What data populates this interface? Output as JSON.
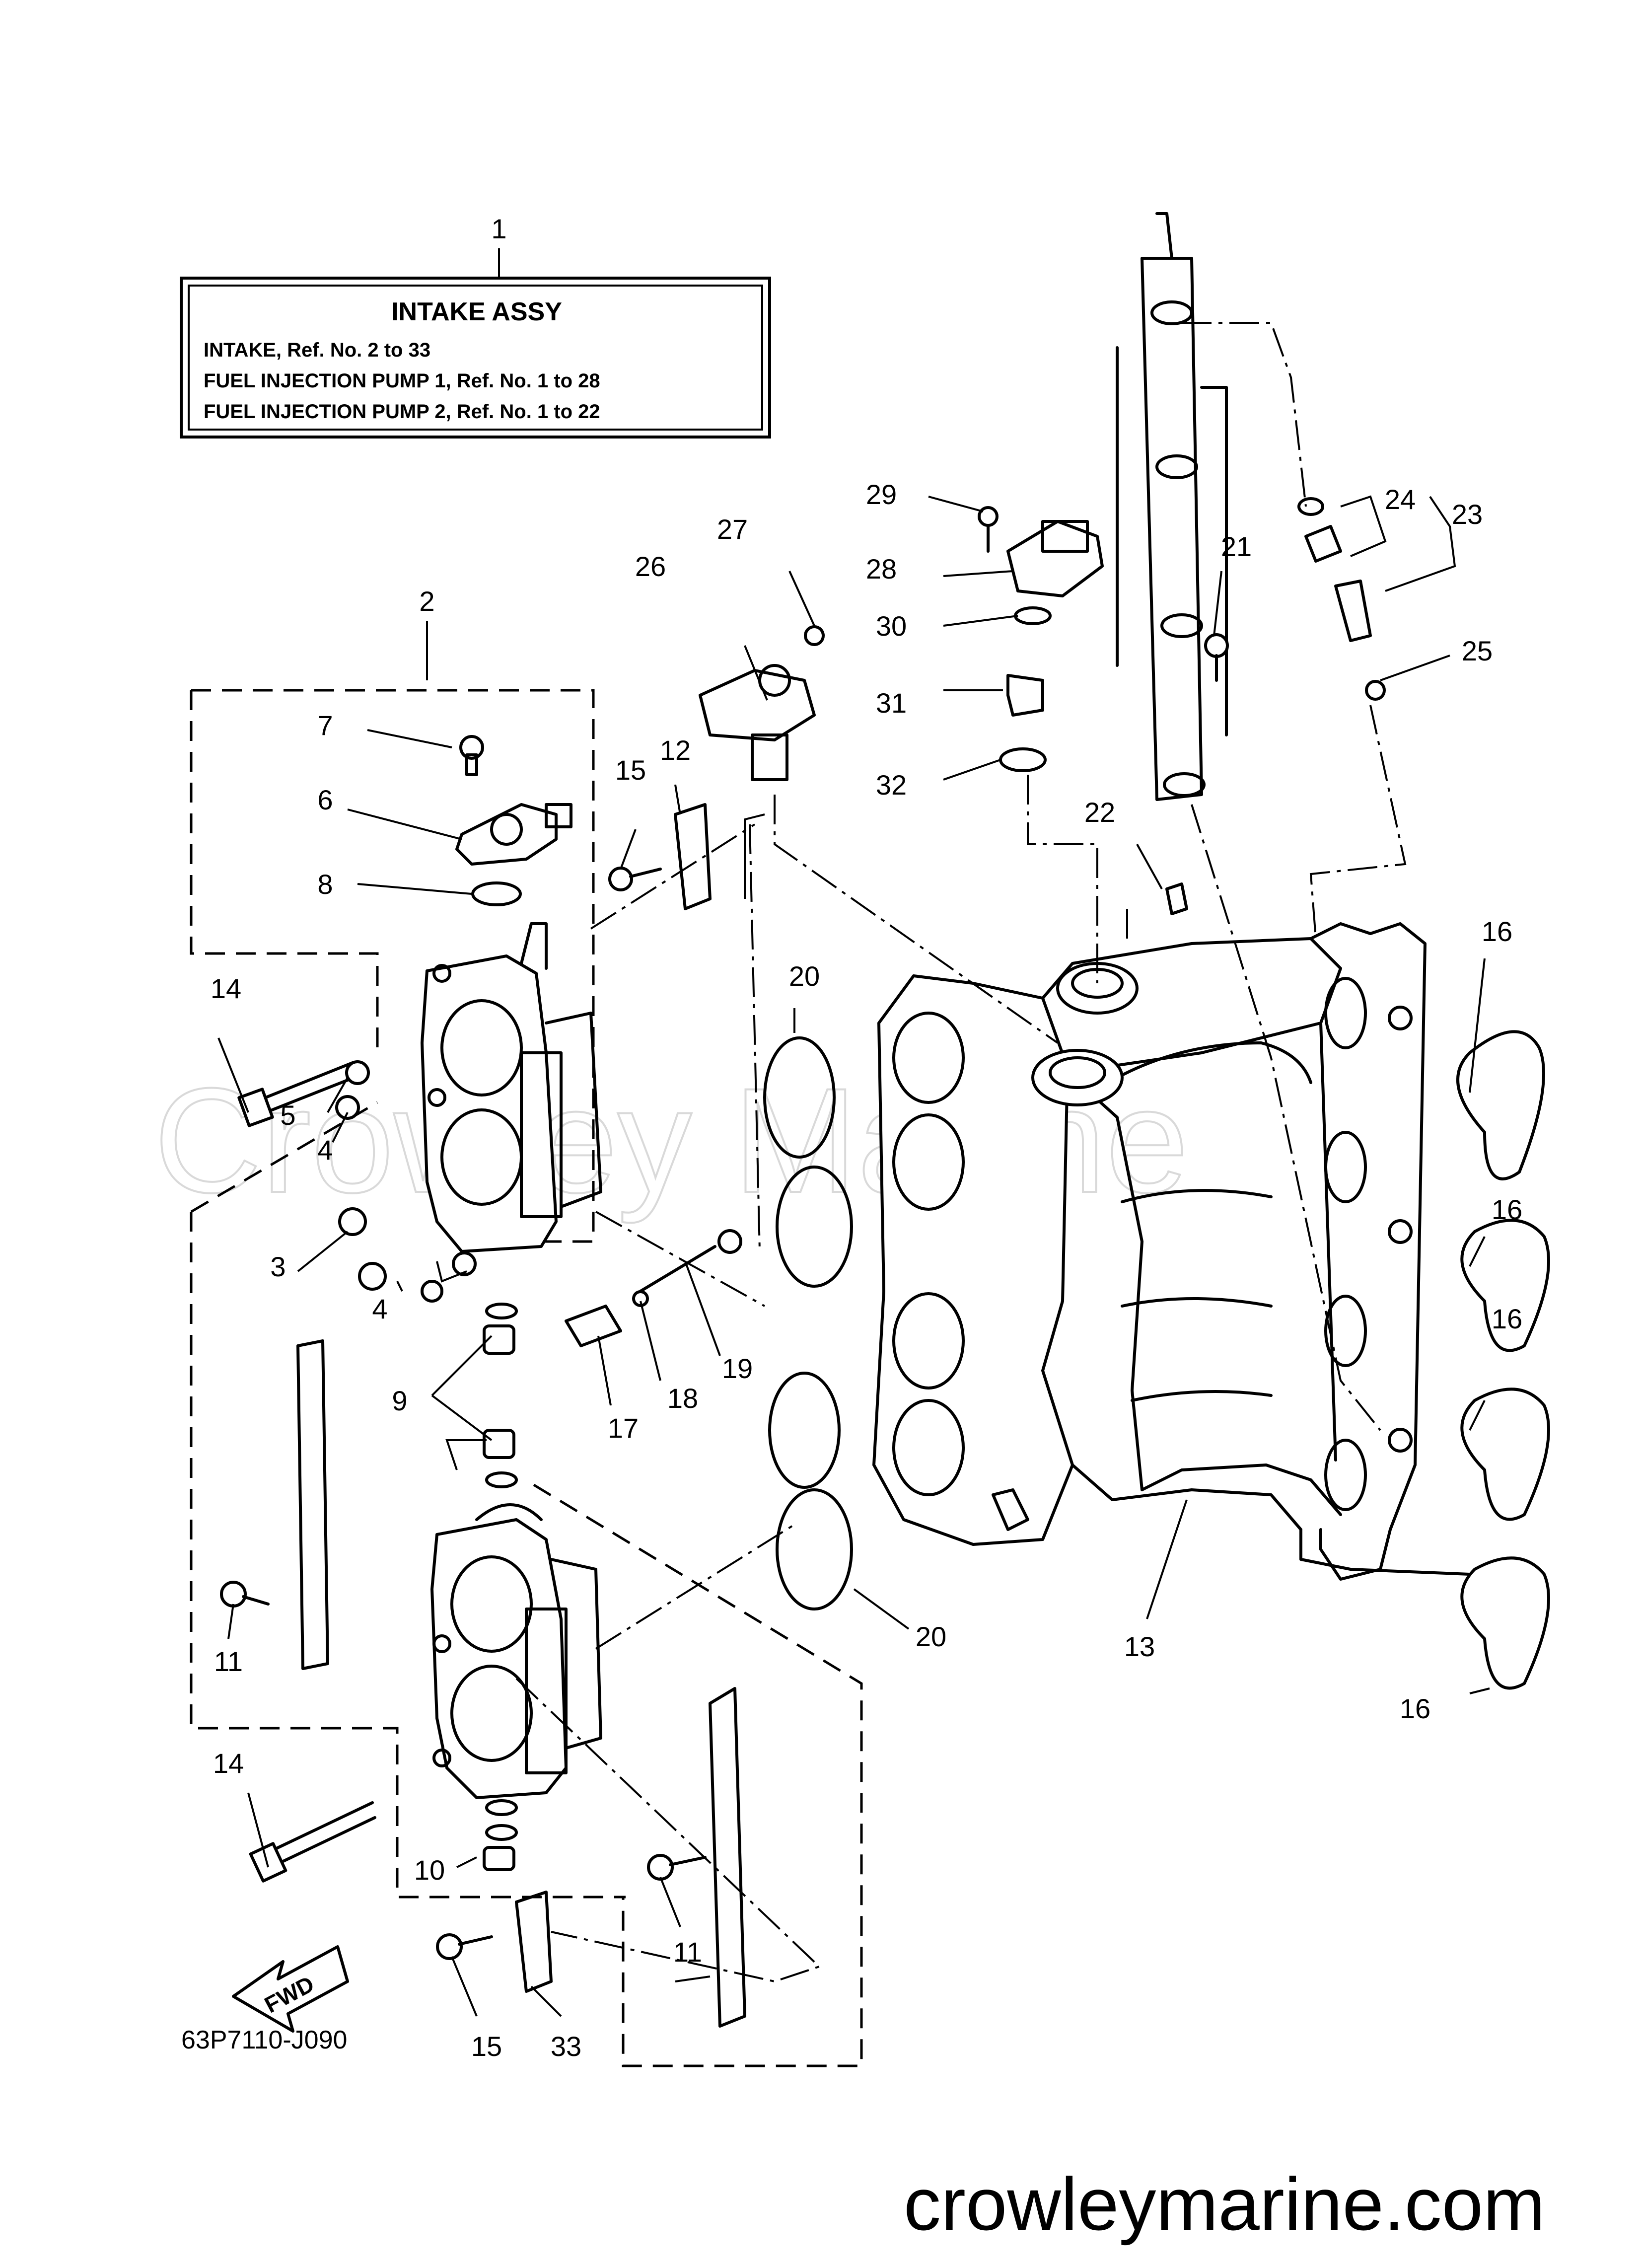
{
  "label_box": {
    "callout": "1",
    "title": "INTAKE ASSY",
    "lines": [
      "INTAKE,  Ref. No. 2 to 33",
      "FUEL INJECTION PUMP 1,  Ref. No. 1 to 28",
      "FUEL INJECTION PUMP 2,  Ref. No. 1 to 22"
    ]
  },
  "callouts": {
    "c1": "1",
    "c2": "2",
    "c3": "3",
    "c4a": "4",
    "c4b": "4",
    "c5": "5",
    "c6": "6",
    "c7": "7",
    "c8": "8",
    "c9": "9",
    "c10": "10",
    "c11a": "11",
    "c11b": "11",
    "c12": "12",
    "c13": "13",
    "c14a": "14",
    "c14b": "14",
    "c15a": "15",
    "c15b": "15",
    "c16a": "16",
    "c16b": "16",
    "c16c": "16",
    "c16d": "16",
    "c17": "17",
    "c18": "18",
    "c19": "19",
    "c20a": "20",
    "c20b": "20",
    "c21": "21",
    "c22": "22",
    "c23": "23",
    "c24": "24",
    "c25": "25",
    "c26": "26",
    "c27": "27",
    "c28": "28",
    "c29": "29",
    "c30": "30",
    "c31": "31",
    "c32": "32",
    "c33": "33"
  },
  "fwd_arrow": "FWD",
  "diagram_code": "63P7110-J090",
  "watermark": "Crowley Marine",
  "footer_url": "crowleymarine.com"
}
